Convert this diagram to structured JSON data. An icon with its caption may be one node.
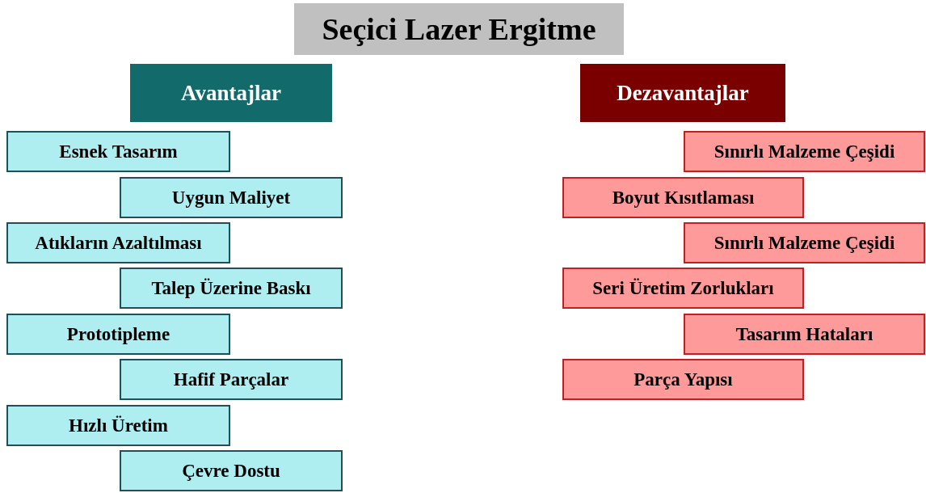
{
  "diagram": {
    "title": "Seçici Lazer Ergitme",
    "nodes": [
      {
        "text": [
          "Avantajlar"
        ]
      },
      {
        "text": [
          "Dezavantajlar"
        ]
      },
      {
        "text": [
          "Esnek Tasarım"
        ]
      },
      {
        "text": [
          "Sınırlı Malzeme Çeşidi"
        ]
      },
      {
        "text": [
          "Uygun Maliyet"
        ]
      },
      {
        "text": [
          "Boyut Kısıtlaması"
        ]
      },
      {
        "text": [
          "Atıkların Azaltılması"
        ]
      },
      {
        "text": [
          "Sınırlı Malzeme Çeşidi"
        ]
      },
      {
        "text": [
          "Talep Üzerine Baskı"
        ]
      },
      {
        "text": [
          "Seri Üretim Zorlukları"
        ]
      },
      {
        "text": [
          "Prototipleme"
        ]
      },
      {
        "text": [
          "Tasarım Hataları"
        ]
      },
      {
        "text": [
          "Hafif Parçalar"
        ]
      },
      {
        "text": [
          "Parça Yapısı"
        ]
      },
      {
        "text": [
          "Hızlı Üretim"
        ]
      },
      {
        "text": [
          "Çevre Dostu"
        ]
      }
    ]
  }
}
